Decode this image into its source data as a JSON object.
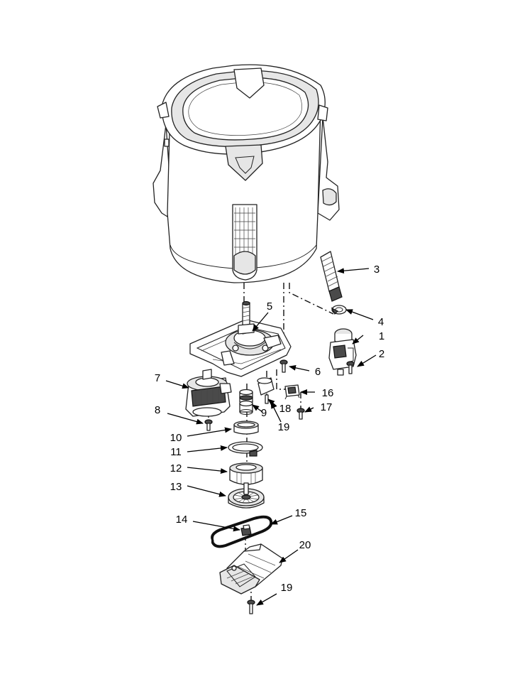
{
  "callouts": [
    {
      "label": "1"
    },
    {
      "label": "2"
    },
    {
      "label": "3"
    },
    {
      "label": "4"
    },
    {
      "label": "5"
    },
    {
      "label": "6"
    },
    {
      "label": "7"
    },
    {
      "label": "8"
    },
    {
      "label": "9"
    },
    {
      "label": "10"
    },
    {
      "label": "11"
    },
    {
      "label": "12"
    },
    {
      "label": "13"
    },
    {
      "label": "14"
    },
    {
      "label": "15"
    },
    {
      "label": "16"
    },
    {
      "label": "17"
    },
    {
      "label": "18"
    },
    {
      "label": "19"
    },
    {
      "label": "19"
    },
    {
      "label": "20"
    }
  ]
}
